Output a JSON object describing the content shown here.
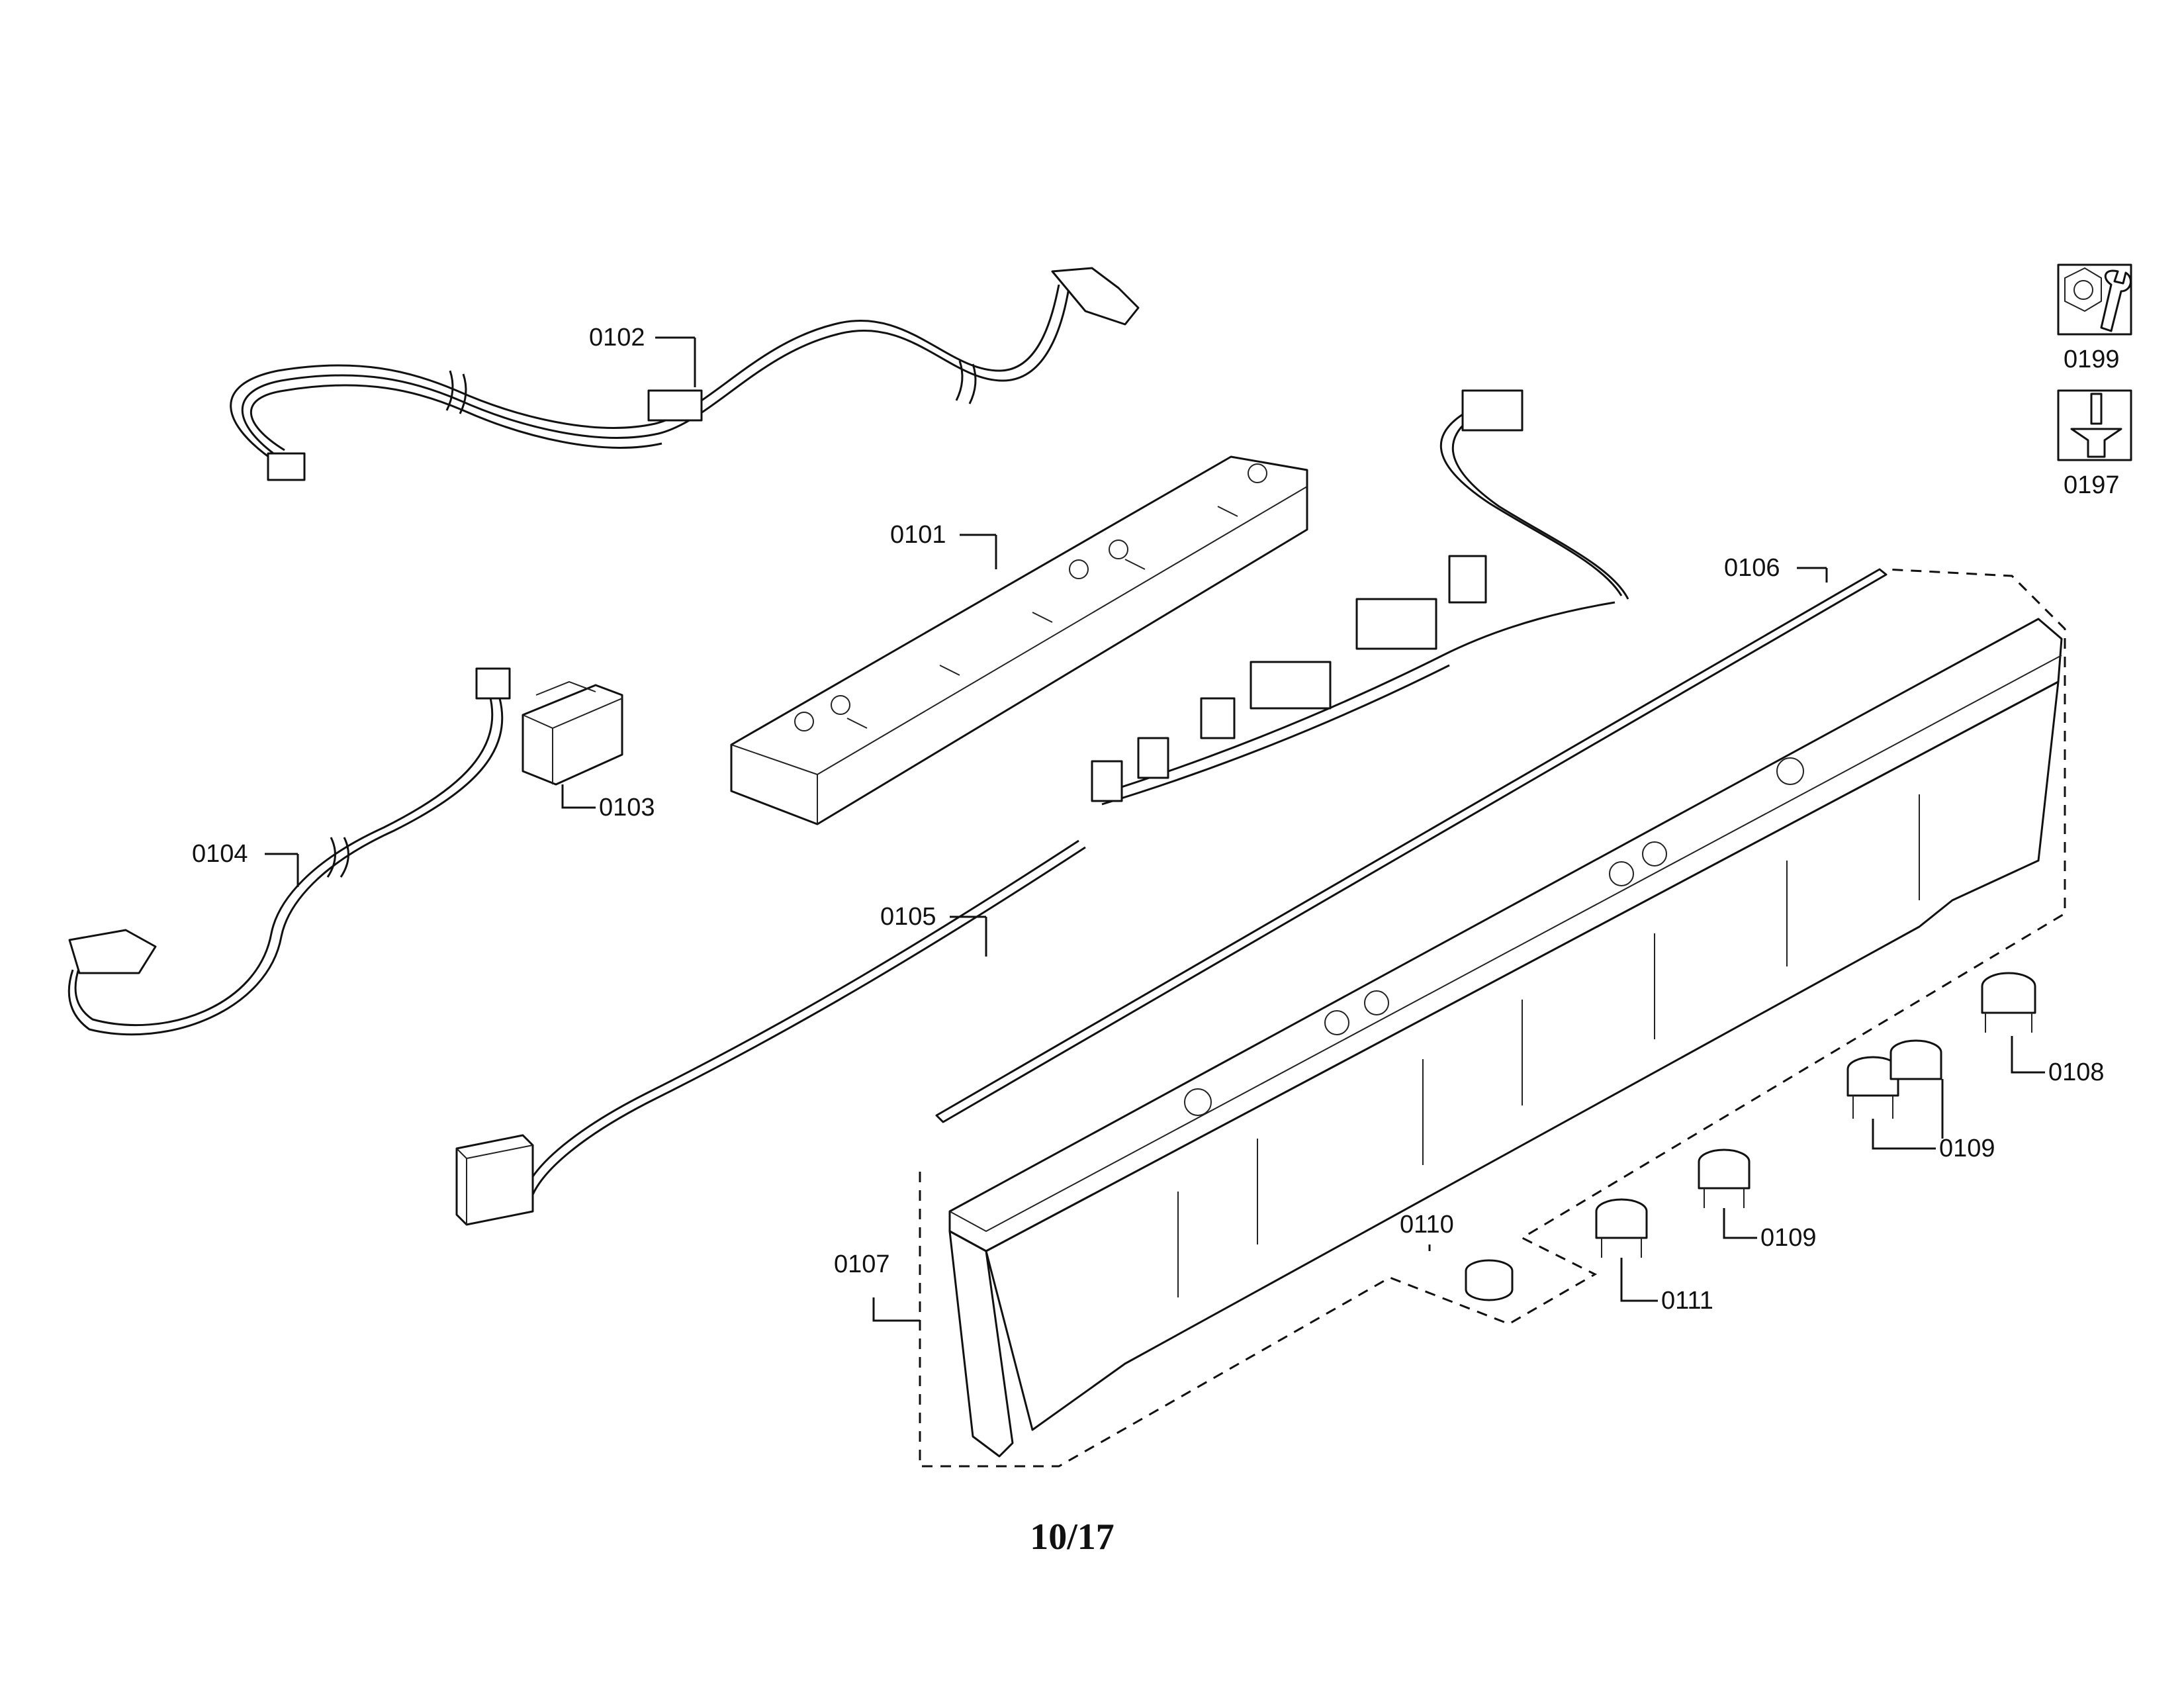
{
  "diagram": {
    "parts": [
      {
        "id": "p0101",
        "label": "0101"
      },
      {
        "id": "p0102",
        "label": "0102"
      },
      {
        "id": "p0103",
        "label": "0103"
      },
      {
        "id": "p0104",
        "label": "0104"
      },
      {
        "id": "p0105",
        "label": "0105"
      },
      {
        "id": "p0106",
        "label": "0106"
      },
      {
        "id": "p0107",
        "label": "0107"
      },
      {
        "id": "p0108",
        "label": "0108"
      },
      {
        "id": "p0109a",
        "label": "0109"
      },
      {
        "id": "p0109b",
        "label": "0109"
      },
      {
        "id": "p0110",
        "label": "0110"
      },
      {
        "id": "p0111",
        "label": "0111"
      },
      {
        "id": "p0199",
        "label": "0199"
      },
      {
        "id": "p0197",
        "label": "0197"
      }
    ],
    "page_number": "10/17",
    "icons": {
      "0199": "wrench-nut-icon",
      "0197": "screwdriver-screw-icon"
    }
  }
}
